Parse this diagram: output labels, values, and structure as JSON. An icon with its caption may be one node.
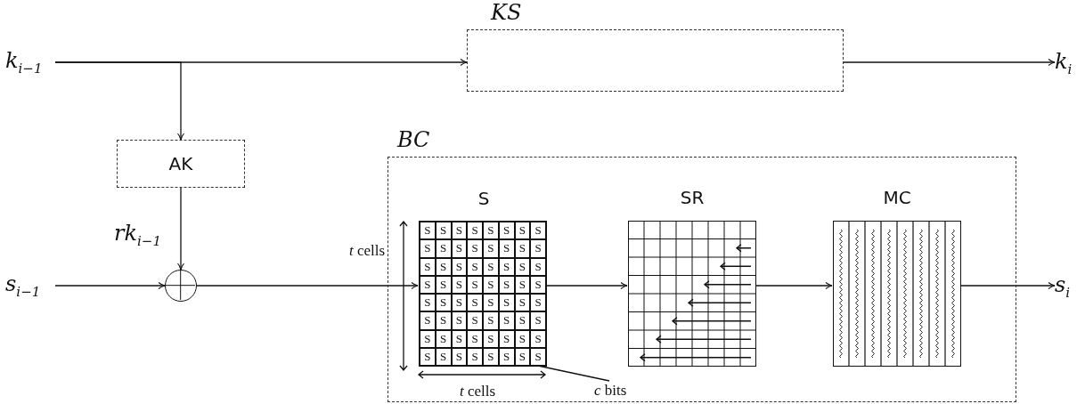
{
  "diagram": {
    "nodes": [
      {
        "text": [
          "k$_{i−1}$"
        ]
      },
      {
        "text": [
          "KS"
        ]
      },
      {
        "text": [
          "k$_{i}$"
        ]
      },
      {
        "text": [
          "AK"
        ]
      },
      {
        "text": [
          "s$_{i−1}$"
        ]
      },
      {
        "text": [],
        "shape": "circle"
      },
      {
        "text": [
          "BC"
        ]
      },
      {
        "text": [
          "S"
        ],
        "in": 6
      },
      {
        "text": [
          "SR"
        ],
        "in": 6
      },
      {
        "text": [
          "MC"
        ],
        "in": 6
      },
      {
        "text": [
          "s$_{i}$"
        ]
      },
      {
        "text": [
          "*c* bits"
        ],
        "in": 6
      }
    ],
    "edges": [
      {
        "from": 0,
        "to": 1,
        "arrow": "to"
      },
      {
        "from": 0,
        "to": 3,
        "arrow": "to"
      },
      {
        "from": 1,
        "to": 2,
        "arrow": "to"
      },
      {
        "from": 3,
        "to": 5,
        "arrow": "to",
        "label": "rk$_{i−1}$"
      },
      {
        "from": 4,
        "to": 5,
        "arrow": "to"
      },
      {
        "from": 5,
        "to": 7,
        "arrow": "to"
      },
      {
        "from": 7,
        "to": 8,
        "arrow": "to"
      },
      {
        "from": 8,
        "to": 9,
        "arrow": "to"
      },
      {
        "from": 9,
        "to": 10,
        "arrow": "to"
      },
      {
        "from": 11,
        "to": 7,
        "arrow": "none"
      }
    ],
    "labels": [
      "*t* cells",
      "S",
      "S",
      "S",
      "S",
      "S",
      "S",
      "S",
      "S",
      "S",
      "S",
      "S",
      "S",
      "S",
      "S",
      "S",
      "S",
      "S",
      "S",
      "S",
      "S",
      "S",
      "S",
      "S",
      "S",
      "S",
      "S",
      "S",
      "S",
      "S",
      "S",
      "S",
      "S",
      "S",
      "S",
      "S",
      "S",
      "S",
      "S",
      "S",
      "S",
      "S",
      "S",
      "S",
      "S",
      "S",
      "S",
      "S",
      "S",
      "S",
      "S",
      "S",
      "S",
      "S",
      "S",
      "S",
      "S",
      "S",
      "S",
      "S",
      "S",
      "S",
      "S",
      "S",
      "S",
      "*t* cells"
    ]
  }
}
